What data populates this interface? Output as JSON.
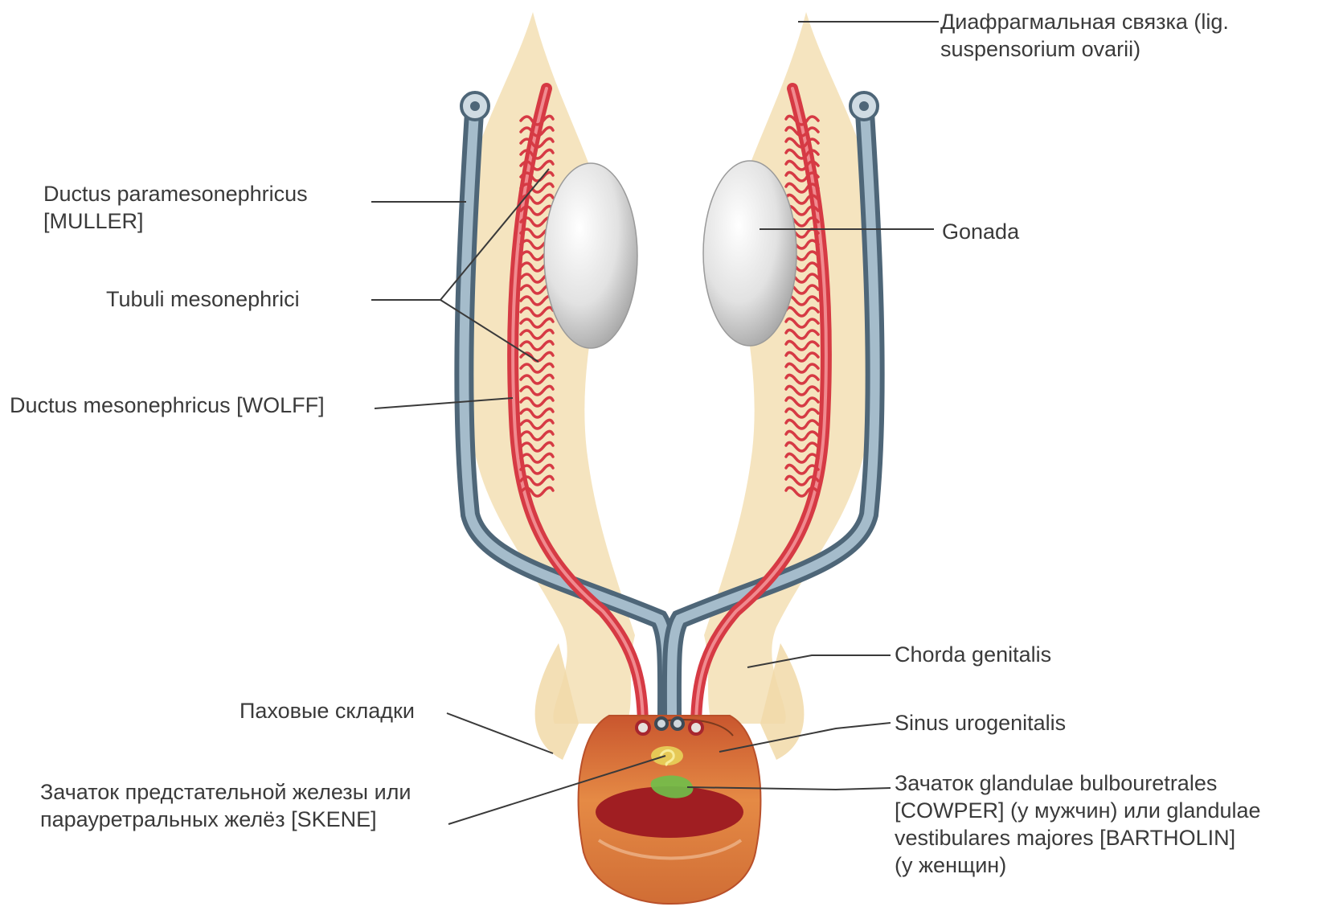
{
  "labels": {
    "diaphragm_ligament": {
      "line1": "Диафрагмальная связка (lig.",
      "line2": "suspensorium ovarii)"
    },
    "gonada": "Gonada",
    "ductus_paramesonephricus": {
      "line1": "Ductus paramesonephricus",
      "line2": "[MULLER]"
    },
    "tubuli_mesonephrici": "Tubuli mesonephrici",
    "ductus_mesonephricus": "Ductus mesonephricus [WOLFF]",
    "chorda_genitalis": "Chorda genitalis",
    "pakhovye_skladki": "Паховые складки",
    "sinus_urogenitalis": "Sinus urogenitalis",
    "prostate_anlage": {
      "line1": "Зачаток предстательной железы или",
      "line2": "парауретральных желёз [SKENE]"
    },
    "bulbourethral_anlage": {
      "line1": "Зачаток glandulae bulbouretrales",
      "line2": "[COWPER] (у мужчин) или glandulae",
      "line3": "vestibulares majores [BARTHOLIN]",
      "line4": "(у женщин)"
    }
  },
  "colors": {
    "label_text": "#3a3a3a",
    "leader_line": "#3a3a3a",
    "mesentery": "#f3dfb4",
    "mesonephric_duct": "#d63a44",
    "paramesonephric_duct": "#7f9aac",
    "gonad": "#dcdcdc",
    "sinus": "#d9743a",
    "sinus_interior": "#a01e22",
    "prostate_bud": "#e8d35a",
    "bulbourethral_bud": "#6fbf4a"
  }
}
